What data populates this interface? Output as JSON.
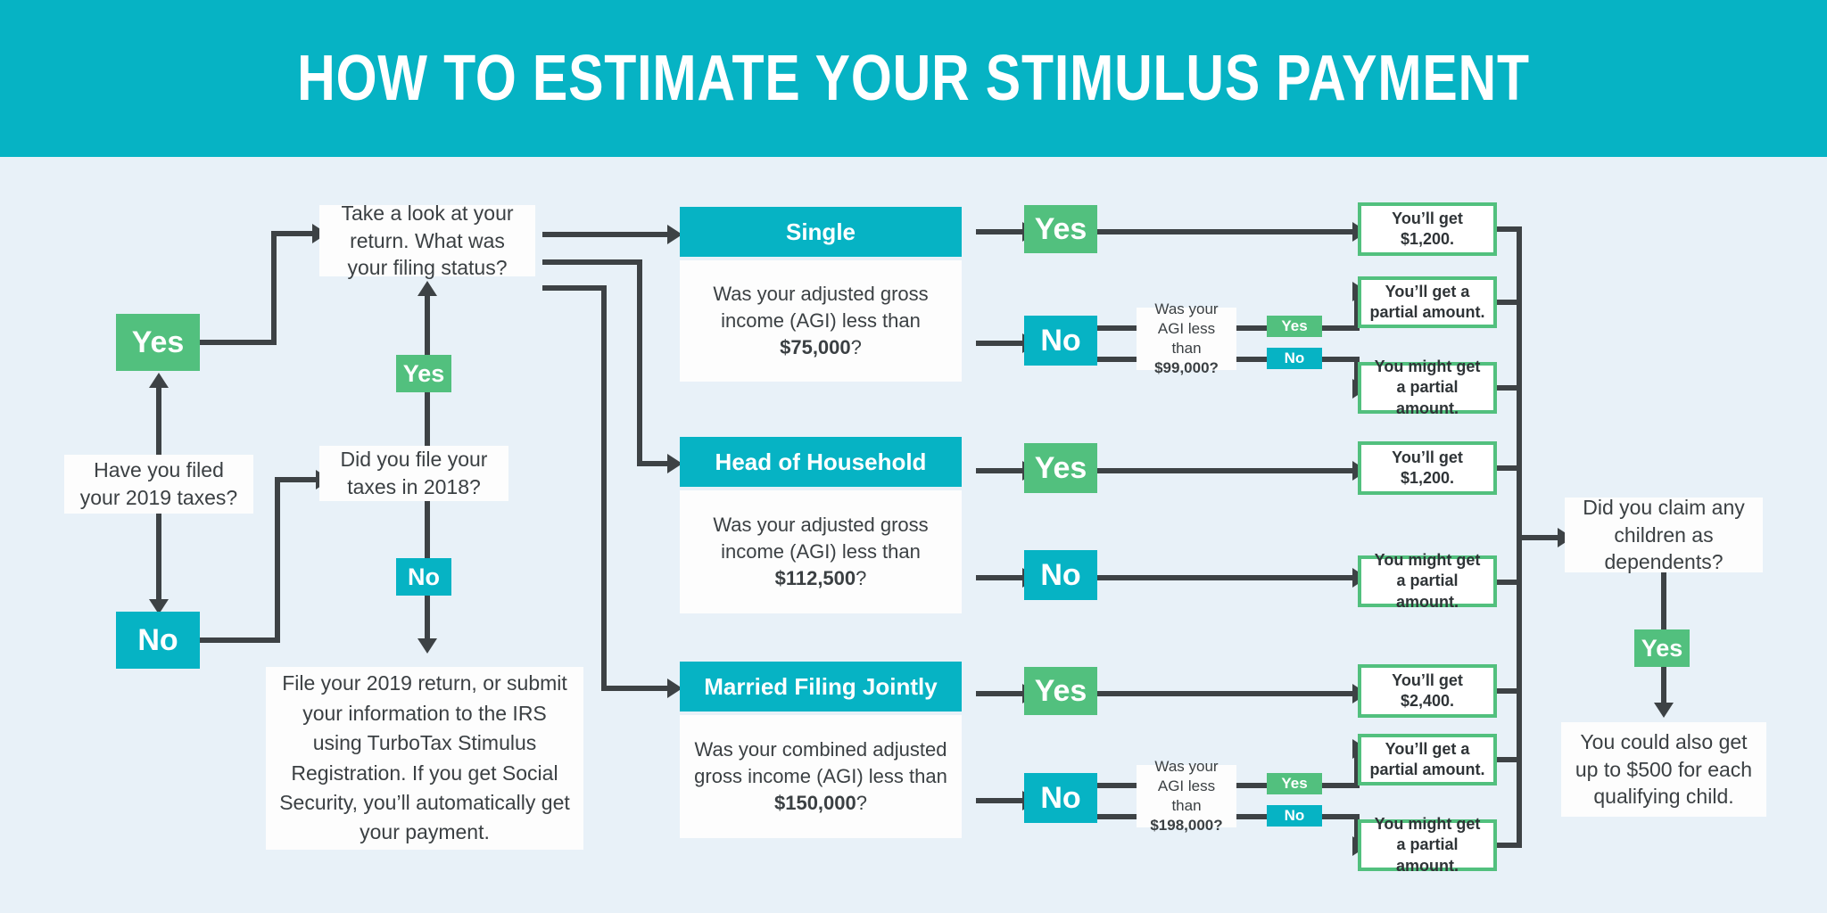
{
  "header": {
    "title": "HOW TO ESTIMATE YOUR STIMULUS PAYMENT",
    "background": "#06b3c4",
    "text_color": "#ffffff"
  },
  "colors": {
    "page_background": "#e8f1f8",
    "teal": "#06b3c4",
    "green": "#52c07e",
    "connector": "#3d4245",
    "card_background": "#fdfdfd",
    "text": "#3b4043"
  },
  "flow": {
    "start_question": "Have you filed your 2019 taxes?",
    "start_yes_chip": "Yes",
    "start_no_chip": "No",
    "filing_status_question": "Take a look at your return. What was your filing status?",
    "filed_2018_question": "Did you file your taxes in 2018?",
    "filed_2018_yes_chip": "Yes",
    "filed_2018_no_chip": "No",
    "file_return_advice": "File your 2019 return, or submit your information to the IRS using TurboTax Stimulus Registration. If you get Social Security, you’ll automatically get your payment.",
    "dependents_question": "Did you claim any children as dependents?",
    "dependents_yes_chip": "Yes",
    "dependents_outcome": "You could also get up to $500 for each qualifying child."
  },
  "branches": [
    {
      "id": "single",
      "status_label": "Single",
      "agi_question_prefix": "Was your adjusted gross income (AGI) less than ",
      "agi_threshold": "$75,000",
      "agi_question_suffix": "?",
      "yes_chip": "Yes",
      "no_chip": "No",
      "yes_result": "You’ll get $1,200.",
      "yes_result_line1": "You’ll get",
      "yes_result_line2": "$1,200.",
      "secondary": {
        "question_line1": "Was your",
        "question_line2": "AGI less than",
        "question_line3": "$99,000?",
        "threshold": "$99,000",
        "yes_tag": "Yes",
        "no_tag": "No",
        "yes_result_line1": "You’ll get a",
        "yes_result_line2": "partial amount.",
        "no_result_line1": "You might get",
        "no_result_line2": "a partial amount."
      }
    },
    {
      "id": "head-of-household",
      "status_label": "Head of Household",
      "agi_question_prefix": "Was your adjusted gross income (AGI) less than ",
      "agi_threshold": "$112,500",
      "agi_question_suffix": "?",
      "yes_chip": "Yes",
      "no_chip": "No",
      "yes_result_line1": "You’ll get",
      "yes_result_line2": "$1,200.",
      "no_result_line1": "You might get",
      "no_result_line2": "a partial amount.",
      "secondary": null
    },
    {
      "id": "married-filing-jointly",
      "status_label": "Married Filing Jointly",
      "agi_question_prefix": "Was your combined adjusted gross income (AGI) less than ",
      "agi_threshold": "$150,000",
      "agi_question_suffix": "?",
      "yes_chip": "Yes",
      "no_chip": "No",
      "yes_result_line1": "You’ll get",
      "yes_result_line2": "$2,400.",
      "secondary": {
        "question_line1": "Was your",
        "question_line2": "AGI less than",
        "question_line3": "$198,000?",
        "threshold": "$198,000",
        "yes_tag": "Yes",
        "no_tag": "No",
        "yes_result_line1": "You’ll get a",
        "yes_result_line2": "partial amount.",
        "no_result_line1": "You might get",
        "no_result_line2": "a partial amount."
      }
    }
  ]
}
